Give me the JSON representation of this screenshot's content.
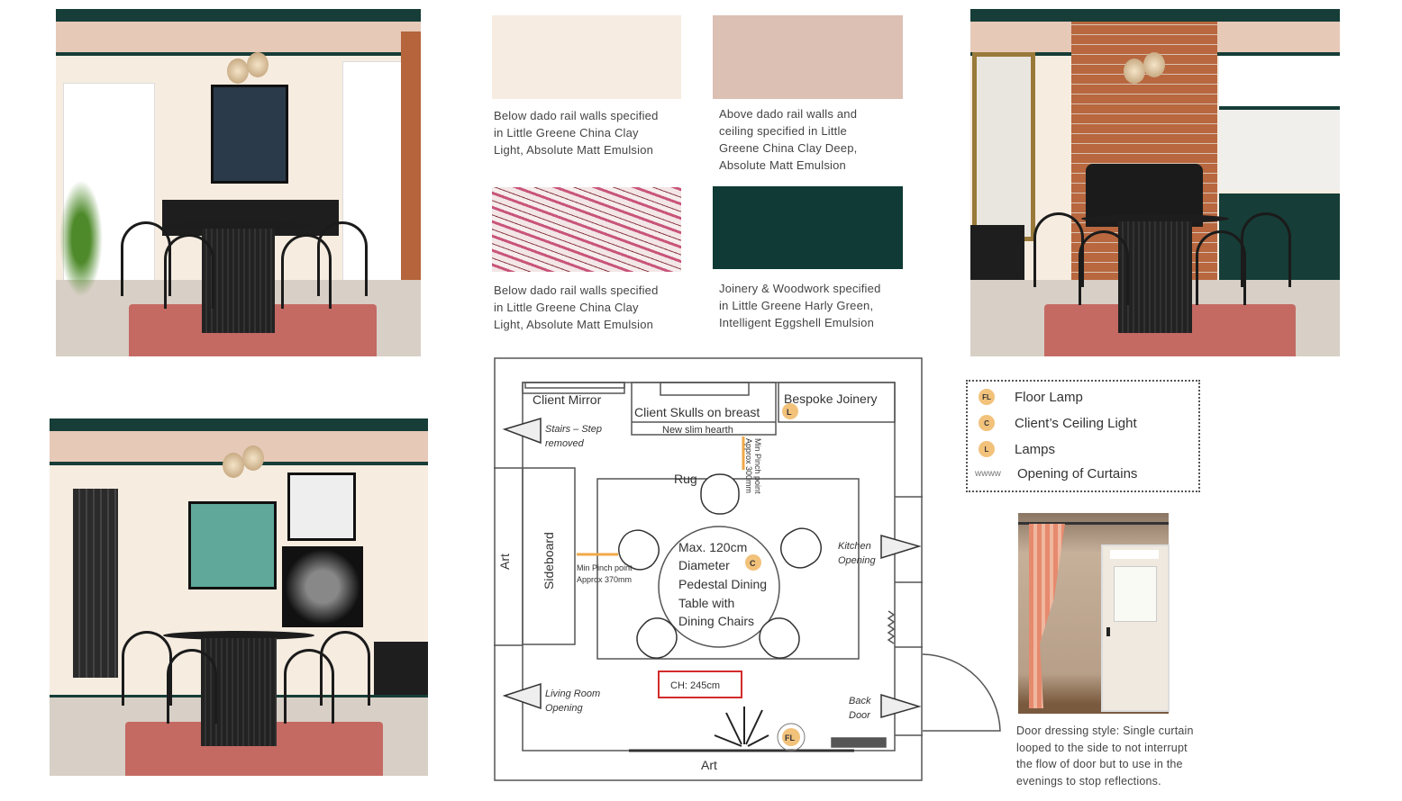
{
  "swatches": [
    {
      "color": "#f6ece1",
      "caption": [
        "Below dado rail walls specified",
        "in Little Greene China Clay",
        "Light, Absolute Matt Emulsion"
      ]
    },
    {
      "color": "#dcc0b3",
      "caption": [
        "Above dado rail walls and",
        "ceiling specified in Little",
        "Greene China Clay Deep,",
        "Absolute Matt Emulsion"
      ]
    },
    {
      "color": "pattern",
      "caption": [
        "Below dado rail walls specified",
        "in Little Greene China Clay",
        "Light, Absolute Matt Emulsion"
      ]
    },
    {
      "color": "#0f3a35",
      "caption": [
        "Joinery & Woodwork specified",
        "in Little Greene Harly Green,",
        "Intelligent Eggshell Emulsion"
      ]
    }
  ],
  "colors": {
    "accent_green": "#163d37",
    "wall_upper": "#e7c9b8",
    "rug": "#c46a63",
    "badge": "#f2c27b",
    "ch_box": "#d22b2b"
  },
  "floorplan": {
    "client_mirror": "Client Mirror",
    "client_skulls": "Client Skulls on breast",
    "new_hearth": "New slim hearth",
    "bespoke_joinery": "Bespoke Joinery",
    "stairs": [
      "Stairs – Step",
      "removed"
    ],
    "rug": "Rug",
    "pinch_vertical": [
      "Min Pinch point",
      "Approx 300mm"
    ],
    "pinch_horizontal": [
      "Min Pinch point",
      "Approx 370mm"
    ],
    "sideboard": "Sideboard",
    "art_left": "Art",
    "art_bottom": "Art",
    "table": [
      "Max. 120cm",
      "Diameter",
      "Pedestal Dining",
      "Table with",
      "Dining Chairs"
    ],
    "kitchen": [
      "Kitchen",
      "Opening"
    ],
    "living_room": [
      "Living Room",
      "Opening"
    ],
    "back_door": [
      "Back",
      "Door"
    ],
    "ceiling_height": "CH: 245cm",
    "badge_l": "L",
    "badge_c": "C",
    "badge_fl": "FL"
  },
  "legend": [
    {
      "badge": "FL",
      "label": "Floor Lamp"
    },
    {
      "badge": "C",
      "label": "Client’s Ceiling Light"
    },
    {
      "badge": "L",
      "label": "Lamps"
    },
    {
      "badge": "wwww",
      "label": "Opening of Curtains"
    }
  ],
  "door_caption": [
    "Door dressing style: Single curtain",
    "looped to the side to not interrupt",
    "the flow of door but to use in the",
    "evenings to stop reflections."
  ]
}
